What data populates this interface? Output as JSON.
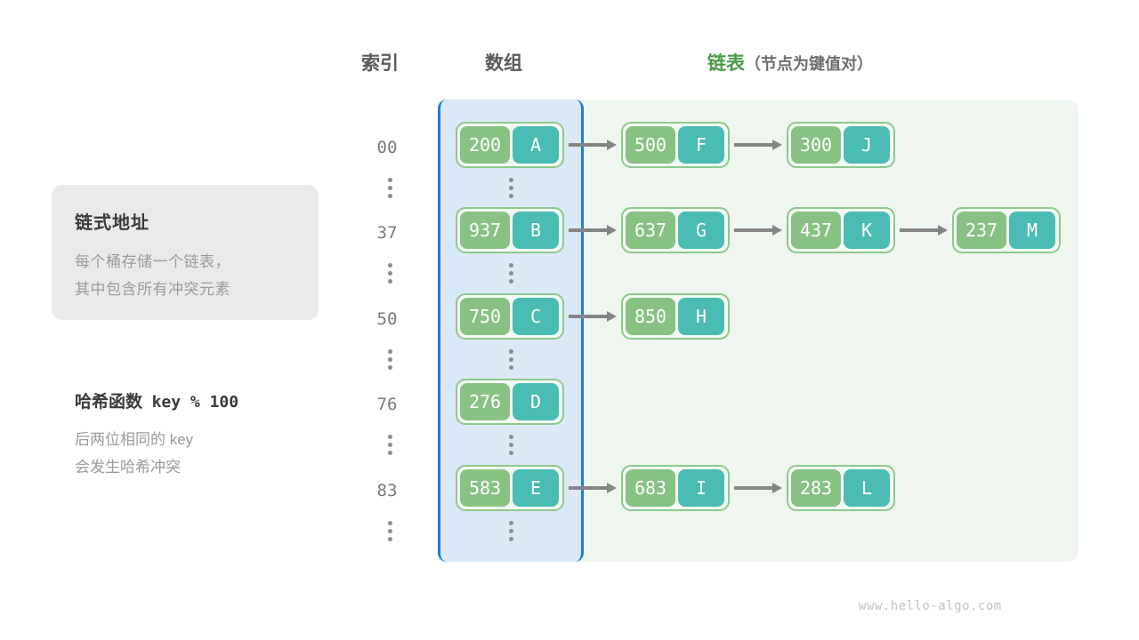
{
  "headers": {
    "index": "索引",
    "array": "数组",
    "list_main": "链表",
    "list_sub": "（节点为键值对）"
  },
  "info_card": {
    "title": "链式地址",
    "line1": "每个桶存储一个链表，",
    "line2": "其中包含所有冲突元素"
  },
  "hash_note": {
    "title_cn": "哈希函数",
    "title_code": "key % 100",
    "line1": "后两位相同的  key",
    "line2": "会发生哈希冲突"
  },
  "colors": {
    "key_cell": "#88c283",
    "value_cell": "#4bbcb4",
    "node_border": "#8cc98c",
    "array_panel_bg": "#dbe9f6",
    "array_panel_border": "#1a7fd4",
    "list_panel_bg": "#eff6ef",
    "arrow": "#858585",
    "list_header": "#4a9a4a",
    "info_card_bg": "#eaeaea"
  },
  "rows": [
    {
      "type": "bucket",
      "index": "00",
      "nodes": [
        {
          "key": "200",
          "value": "A"
        },
        {
          "key": "500",
          "value": "F"
        },
        {
          "key": "300",
          "value": "J"
        }
      ]
    },
    {
      "type": "ellipsis"
    },
    {
      "type": "bucket",
      "index": "37",
      "nodes": [
        {
          "key": "937",
          "value": "B"
        },
        {
          "key": "637",
          "value": "G"
        },
        {
          "key": "437",
          "value": "K"
        },
        {
          "key": "237",
          "value": "M"
        }
      ]
    },
    {
      "type": "ellipsis"
    },
    {
      "type": "bucket",
      "index": "50",
      "nodes": [
        {
          "key": "750",
          "value": "C"
        },
        {
          "key": "850",
          "value": "H"
        }
      ]
    },
    {
      "type": "ellipsis"
    },
    {
      "type": "bucket",
      "index": "76",
      "nodes": [
        {
          "key": "276",
          "value": "D"
        }
      ]
    },
    {
      "type": "ellipsis"
    },
    {
      "type": "bucket",
      "index": "83",
      "nodes": [
        {
          "key": "583",
          "value": "E"
        },
        {
          "key": "683",
          "value": "I"
        },
        {
          "key": "283",
          "value": "L"
        }
      ]
    },
    {
      "type": "ellipsis"
    }
  ],
  "footer": "www.hello-algo.com"
}
